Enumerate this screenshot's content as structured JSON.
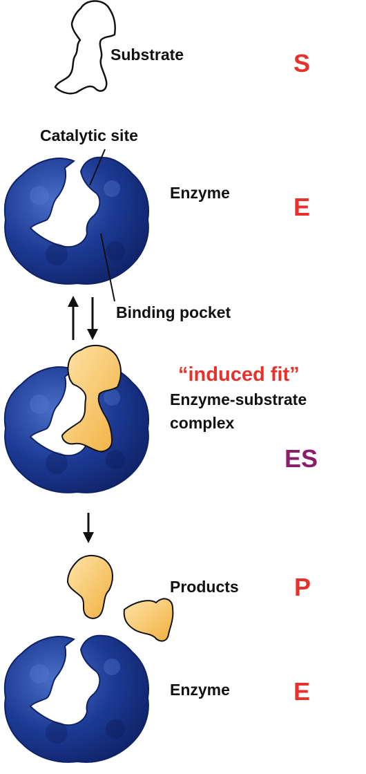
{
  "labels": {
    "substrate": "Substrate",
    "catalytic_site": "Catalytic site",
    "enzyme_top": "Enzyme",
    "binding_pocket": "Binding pocket",
    "complex_line1": "Enzyme-substrate",
    "complex_line2": "complex",
    "products": "Products",
    "enzyme_bottom": "Enzyme"
  },
  "symbols": {
    "s": "S",
    "e_top": "E",
    "es": "ES",
    "p": "P",
    "e_bottom": "E"
  },
  "annotation": {
    "induced_fit": "“induced fit”"
  },
  "colors": {
    "enzyme": "#1c3a94",
    "enzyme_dark": "#0f2266",
    "enzyme_light": "#4a6fc8",
    "substrate_fill": "#f6c35e",
    "substrate_light": "#fde4a8",
    "symbol_red": "#e8312a",
    "symbol_purple": "#8b1d6b"
  }
}
